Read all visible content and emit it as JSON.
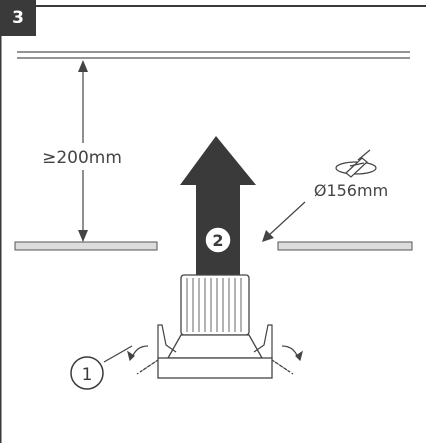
{
  "step": {
    "number": "3"
  },
  "labels": {
    "clearance": "≥200mm",
    "cutout": "Ø156mm",
    "callout_1": "1",
    "callout_2": "2"
  },
  "colors": {
    "frame": "#3a3a3a",
    "arrow": "#3a3a3a",
    "line": "#555555",
    "ceiling_fill": "#dcdcdc",
    "white": "#ffffff"
  },
  "icons": {
    "step_badge": "step-number-badge",
    "saw": "hole-saw-icon",
    "up_arrow": "insert-up-arrow",
    "clip_left": "spring-clip-left-icon",
    "clip_right": "spring-clip-right-icon"
  }
}
